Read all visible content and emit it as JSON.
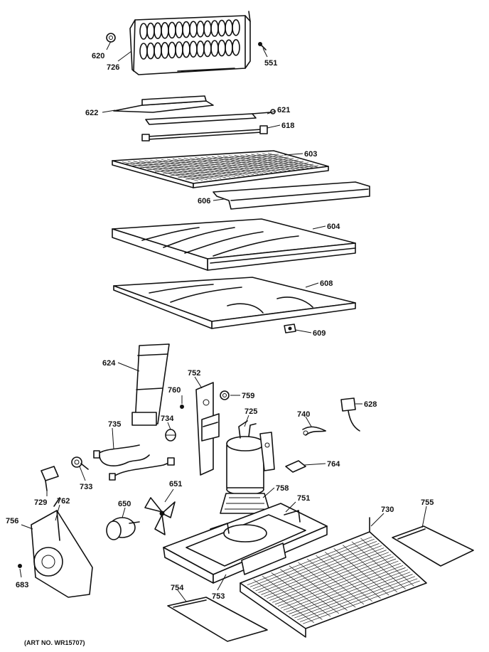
{
  "labels": {
    "p620": "620",
    "p726": "726",
    "p551": "551",
    "p622": "622",
    "p621": "621",
    "p618": "618",
    "p603": "603",
    "p606": "606",
    "p604": "604",
    "p608": "608",
    "p609": "609",
    "p624": "624",
    "p752": "752",
    "p760": "760",
    "p759": "759",
    "p725": "725",
    "p740": "740",
    "p628": "628",
    "p735": "735",
    "p734": "734",
    "p764": "764",
    "p733": "733",
    "p729": "729",
    "p762": "762",
    "p651": "651",
    "p758": "758",
    "p751": "751",
    "p730": "730",
    "p755": "755",
    "p756": "756",
    "p650": "650",
    "p683": "683",
    "p753": "753",
    "p754": "754"
  },
  "art_number": "(ART NO. WR15707)"
}
